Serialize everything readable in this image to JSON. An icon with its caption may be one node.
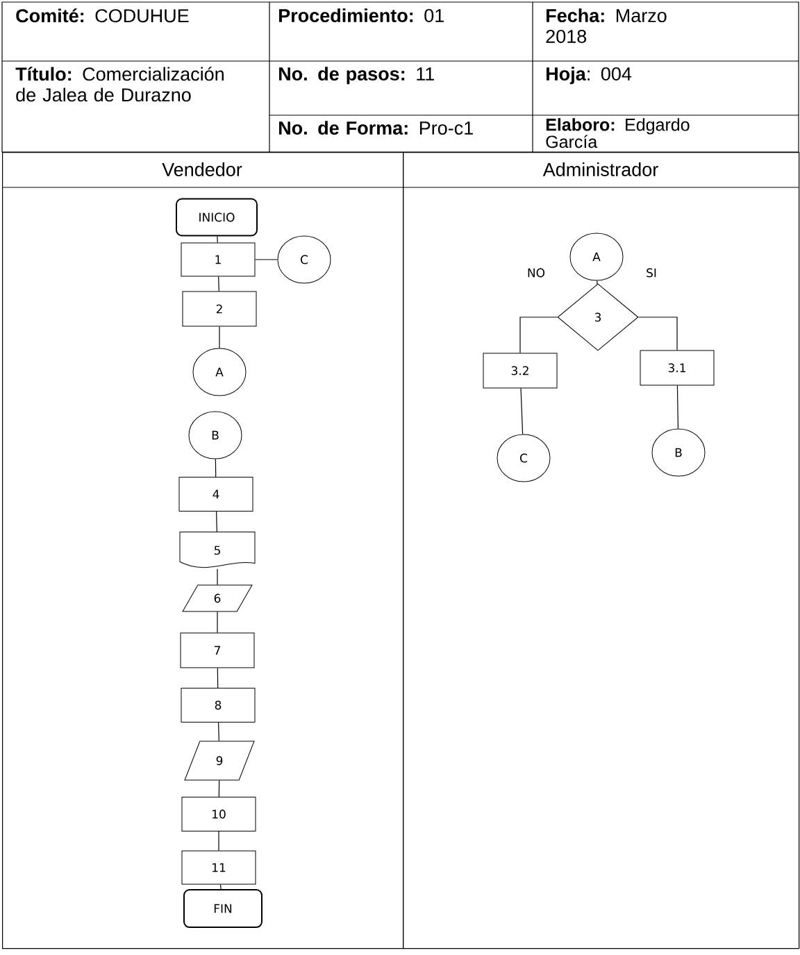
{
  "diagram": {
    "nodes": [
      {
        "text": [
          "Vendedor"
        ]
      },
      {
        "text": [
          "Administrador"
        ]
      },
      {
        "text": [
          "INICIO"
        ],
        "in": 0
      },
      {
        "text": [
          "1"
        ],
        "in": 0
      },
      {
        "text": [
          "C"
        ],
        "in": 0
      },
      {
        "text": [
          "2"
        ],
        "in": 0
      },
      {
        "text": [
          "A"
        ],
        "in": 0
      },
      {
        "text": [
          "B"
        ],
        "in": 0
      },
      {
        "text": [
          "4"
        ],
        "in": 0
      },
      {
        "text": [
          "5"
        ],
        "in": 0
      },
      {
        "text": [
          "6"
        ],
        "in": 0
      },
      {
        "text": [
          "7"
        ],
        "in": 0
      },
      {
        "text": [
          "8"
        ],
        "in": 0
      },
      {
        "text": [
          "9"
        ],
        "in": 0
      },
      {
        "text": [
          "10"
        ],
        "in": 0
      },
      {
        "text": [
          "11"
        ],
        "in": 0
      },
      {
        "text": [
          "FIN"
        ],
        "in": 0
      },
      {
        "text": [
          "A"
        ],
        "in": 1
      },
      {
        "text": [
          "3"
        ],
        "in": 1
      },
      {
        "text": [
          "3.2"
        ],
        "in": 1
      },
      {
        "text": [
          "3.1"
        ],
        "in": 1
      },
      {
        "text": [
          "C"
        ],
        "in": 1
      },
      {
        "text": [
          "B"
        ],
        "in": 1
      }
    ],
    "edges": [
      {
        "from": 2,
        "to": 3,
        "arrow": "none"
      },
      {
        "from": 3,
        "to": 4,
        "arrow": "none"
      },
      {
        "from": 3,
        "to": 5,
        "arrow": "none"
      },
      {
        "from": 5,
        "to": 6,
        "arrow": "none"
      },
      {
        "from": 7,
        "to": 8,
        "arrow": "none"
      },
      {
        "from": 8,
        "to": 9,
        "arrow": "none"
      },
      {
        "from": 9,
        "to": 10,
        "arrow": "none"
      },
      {
        "from": 10,
        "to": 11,
        "arrow": "none"
      },
      {
        "from": 11,
        "to": 12,
        "arrow": "none"
      },
      {
        "from": 12,
        "to": 13,
        "arrow": "none"
      },
      {
        "from": 13,
        "to": 14,
        "arrow": "none"
      },
      {
        "from": 14,
        "to": 15,
        "arrow": "none"
      },
      {
        "from": 15,
        "to": 16,
        "arrow": "none"
      },
      {
        "from": 17,
        "to": 18,
        "arrow": "none"
      },
      {
        "from": 18,
        "to": 19,
        "arrow": "none",
        "label": "NO"
      },
      {
        "from": 18,
        "to": 20,
        "arrow": "none",
        "label": "SI"
      },
      {
        "from": 19,
        "to": 21,
        "arrow": "none"
      },
      {
        "from": 20,
        "to": 22,
        "arrow": "none"
      }
    ],
    "labels": [
      "**Comité:** CODUHUE",
      "**Procedimiento:** 01",
      "**Fecha:** Marzo 2018",
      "**Título:** Comercialización de Jalea de Durazno",
      "**No. de pasos:** 11",
      "**Hoja**: 004",
      "**No. de Forma:** Pro-c1",
      "**Elaboro:** Edgardo García"
    ]
  }
}
